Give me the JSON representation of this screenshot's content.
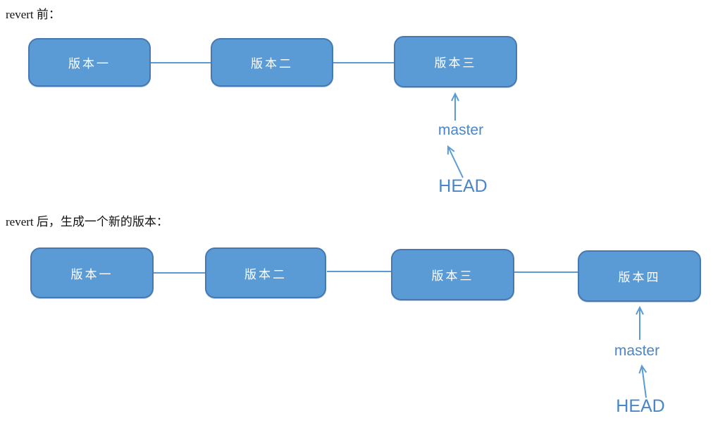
{
  "colors": {
    "box_fill": "#5b9bd5",
    "box_border": "#4679b2",
    "connector_line": "#5b9bd5",
    "label_text": "#4a86c8",
    "box_text": "#ffffff",
    "title_text": "#111111",
    "background": "#ffffff"
  },
  "diagram_before": {
    "title": "revert 前：",
    "boxes": [
      {
        "label": "版本一"
      },
      {
        "label": "版本二"
      },
      {
        "label": "版本三"
      }
    ],
    "branch_label": "master",
    "head_label": "HEAD"
  },
  "diagram_after": {
    "title": "revert 后，生成一个新的版本：",
    "boxes": [
      {
        "label": "版本一"
      },
      {
        "label": "版本二"
      },
      {
        "label": "版本三"
      },
      {
        "label": "版本四"
      }
    ],
    "branch_label": "master",
    "head_label": "HEAD"
  }
}
